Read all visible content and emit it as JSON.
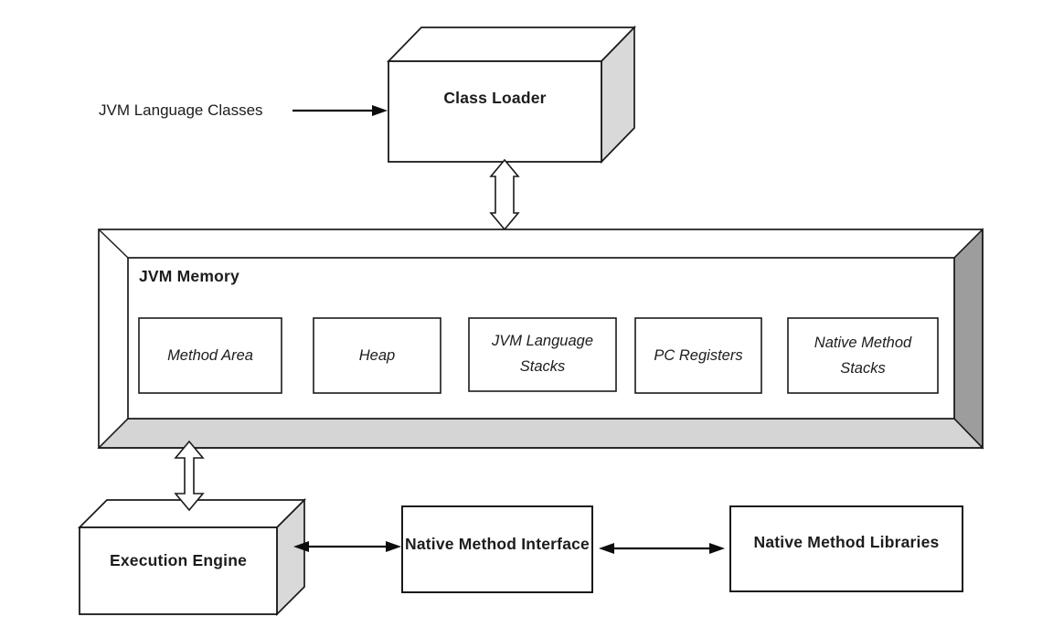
{
  "labels": {
    "input_classes": "JVM Language Classes",
    "class_loader": "Class Loader",
    "jvm_memory": "JVM Memory",
    "memory_areas": [
      "Method Area",
      "Heap",
      "JVM Language\nStacks",
      "PC Registers",
      "Native Method\nStacks"
    ],
    "execution_engine": "Execution Engine",
    "native_method_interface": "Native Method Interface",
    "native_method_libraries": "Native Method Libraries"
  },
  "colors": {
    "box_fill": "#ffffff",
    "border": "#1a1a1a",
    "shade_light": "#d9d9d9",
    "shade_medium": "#d5d5d5",
    "shade_dark": "#9d9d9d",
    "arrow": "#0d0d0d"
  }
}
